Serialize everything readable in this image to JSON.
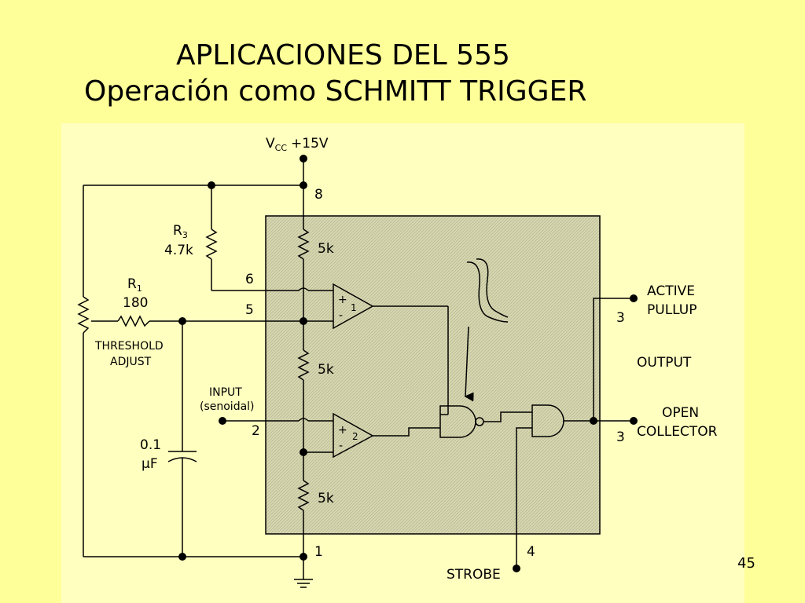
{
  "title": {
    "line1": "APLICACIONES DEL 555",
    "line2": "Operación como SCHMITT TRIGGER"
  },
  "page_number": "45",
  "diagram": {
    "vcc_main": "V",
    "vcc_sub": "CC",
    "vcc_value": "+15V",
    "pin8": "8",
    "pin6": "6",
    "pin5": "5",
    "pin2": "2",
    "pin1": "1",
    "pin4": "4",
    "pin3_pullup": "3",
    "pin3_open": "3",
    "r3_main": "R",
    "r3_sub": "3",
    "r3_value": "4.7k",
    "r1_main": "R",
    "r1_sub": "1",
    "r1_value": "180",
    "threshold_line1": "THRESHOLD",
    "threshold_line2": "ADJUST",
    "input_line1": "INPUT",
    "input_line2": "(senoidal)",
    "cap_value": "0.1",
    "cap_unit": "µF",
    "res_top": "5k",
    "res_mid": "5k",
    "res_bot": "5k",
    "comp1_plus": "+",
    "comp1_minus": "-",
    "comp1_num": "1",
    "comp2_plus": "+",
    "comp2_minus": "-",
    "comp2_num": "2",
    "active_line1": "ACTIVE",
    "active_line2": "PULLUP",
    "output": "OUTPUT",
    "open_line1": "OPEN",
    "open_line2": "COLLECTOR",
    "strobe": "STROBE"
  },
  "colors": {
    "background": "#ffff99",
    "panel": "#ffffc0",
    "ic_fill": "#d6d6b0",
    "wire": "#000000"
  }
}
